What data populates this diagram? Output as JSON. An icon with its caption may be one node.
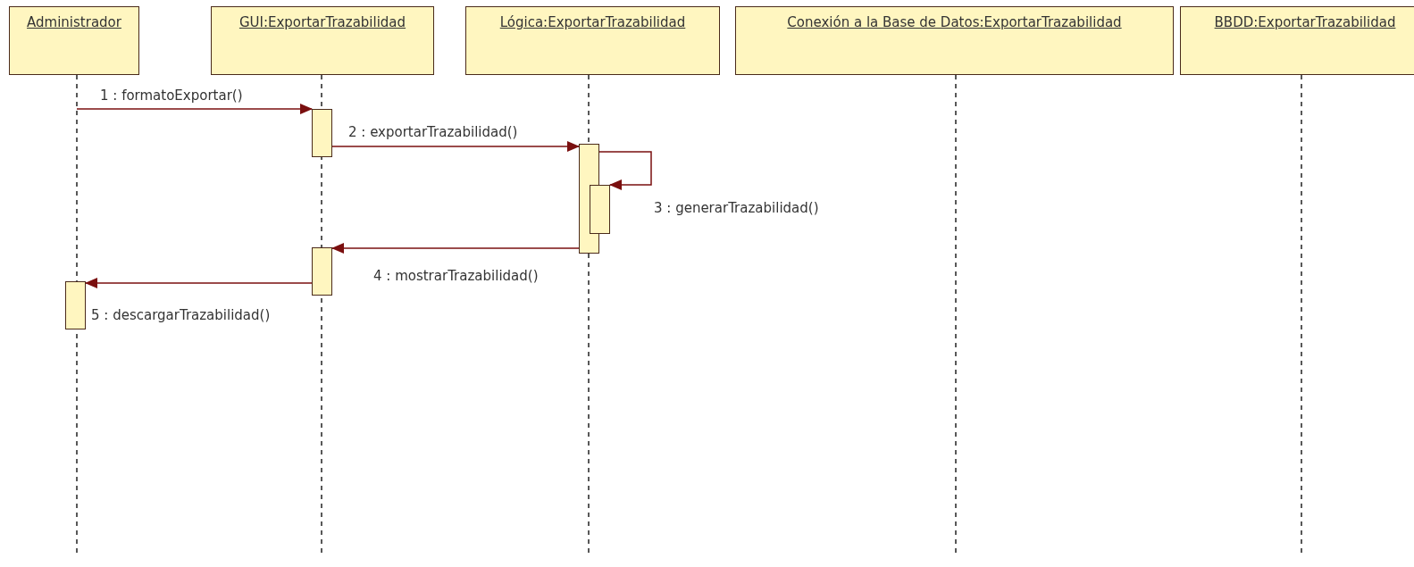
{
  "diagram": {
    "nodes": [
      {
        "text": [
          "Administrador"
        ]
      },
      {
        "text": [
          "GUI:ExportarTrazabilidad"
        ]
      },
      {
        "text": [
          "Lógica:ExportarTrazabilidad"
        ]
      },
      {
        "text": [
          "Conexión a la Base de Datos:ExportarTrazabilidad"
        ]
      },
      {
        "text": [
          "BBDD:ExportarTrazabilidad"
        ]
      },
      {
        "text": [],
        "shape": "bar"
      },
      {
        "text": [],
        "shape": "bar"
      },
      {
        "text": [],
        "shape": "bar"
      },
      {
        "text": [],
        "shape": "bar"
      },
      {
        "text": [],
        "shape": "bar"
      }
    ],
    "edges": [
      {
        "from": 0,
        "to": 5,
        "arrow": "to",
        "label": "1 : formatoExportar()"
      },
      {
        "from": 5,
        "to": 6,
        "arrow": "to",
        "label": "2 : exportarTrazabilidad()"
      },
      {
        "from": 6,
        "to": 7,
        "arrow": "to",
        "label": "3 : generarTrazabilidad()"
      },
      {
        "from": 6,
        "to": 8,
        "arrow": "to",
        "label": "4 : mostrarTrazabilidad()"
      },
      {
        "from": 8,
        "to": 9,
        "arrow": "to",
        "label": "5 : descargarTrazabilidad()"
      }
    ]
  }
}
